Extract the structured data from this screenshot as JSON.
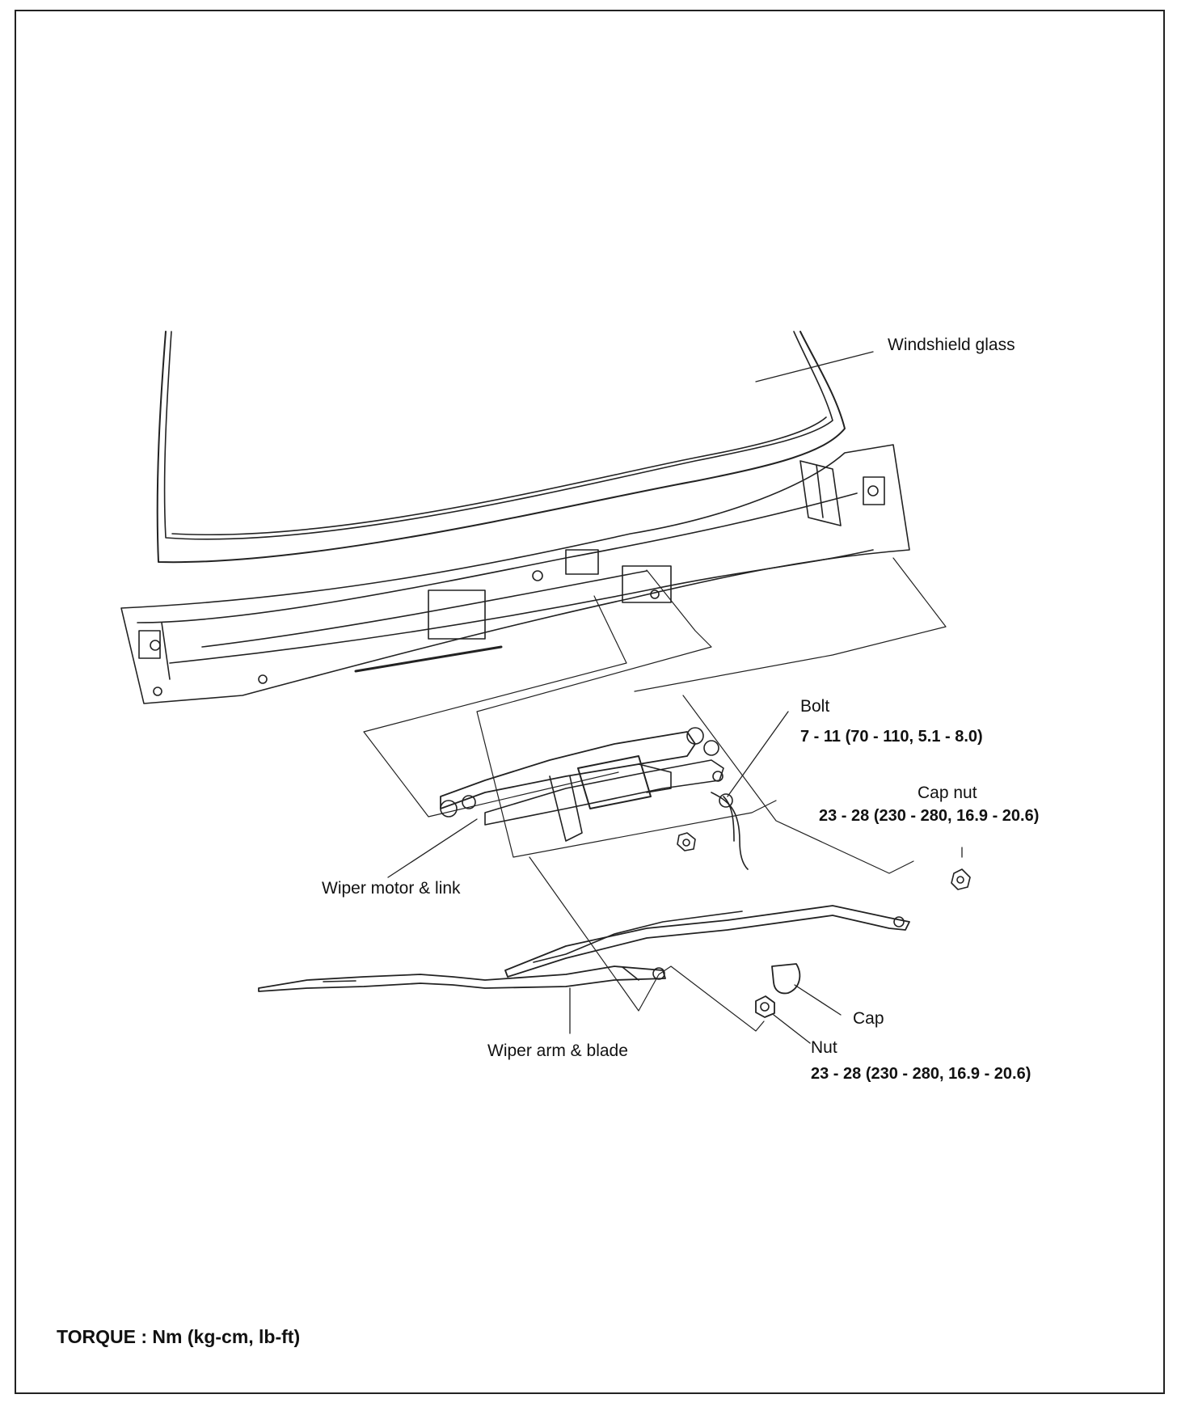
{
  "labels": {
    "windshield_glass": "Windshield glass",
    "bolt": "Bolt",
    "bolt_torque": "7 - 11 (70 - 110, 5.1 - 8.0)",
    "cap_nut": "Cap nut",
    "cap_nut_torque": "23 - 28 (230 - 280, 16.9 - 20.6)",
    "wiper_motor_link": "Wiper motor & link",
    "wiper_arm_blade": "Wiper arm & blade",
    "cap": "Cap",
    "nut": "Nut",
    "nut_torque": "23 - 28 (230 - 280, 16.9 - 20.6)"
  },
  "footer": {
    "torque_units": "TORQUE : Nm (kg-cm, lb-ft)"
  },
  "colors": {
    "line": "#222222",
    "background": "#ffffff"
  }
}
